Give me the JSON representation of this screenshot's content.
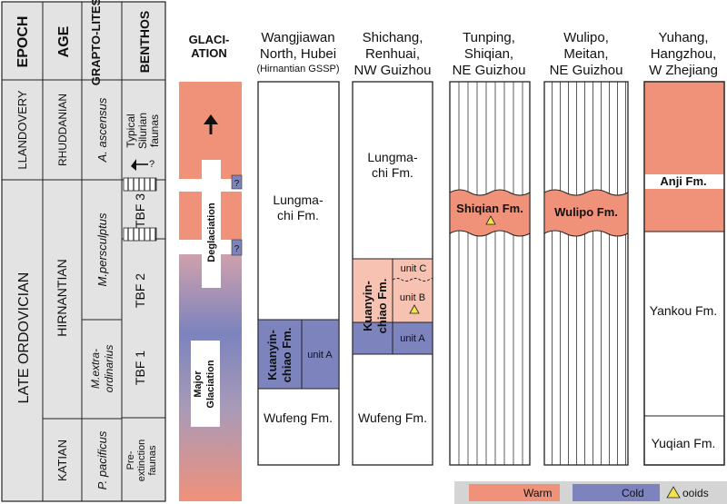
{
  "colors": {
    "warm": "#f0917a",
    "cold": "#7c83bd",
    "warm_light": "#f7c2b2",
    "chart_bg": "#e3e3e3",
    "legend_bg": "#d4d4d4",
    "ooid": "#f3e34a"
  },
  "strat": {
    "headers": {
      "epoch": "EPOCH",
      "age": "AGE",
      "grapto": "GRAPTO-LITES",
      "benthos": "BENTHOS"
    },
    "epochs": {
      "llandovery": "LLANDOVERY",
      "late_ordovician": "LATE ORDOVICIAN"
    },
    "ages": {
      "rhuddanian": "RHUDDANIAN",
      "hirnantian": "HIRNANTIAN",
      "katian": "KATIAN"
    },
    "graptolites": {
      "ascensus": "A. ascensus",
      "persculptus": "M.persculptus",
      "extra_1": "M.extra-",
      "extra_2": "ordinarius",
      "pacificus": "P. pacificus"
    },
    "benthos": {
      "silurian_1": "Typical",
      "silurian_2": "Silurian",
      "silurian_3": "faunas",
      "tbf3": "TBF 3",
      "tbf2": "TBF 2",
      "tbf1": "TBF 1",
      "pre_1": "Pre-",
      "pre_2": "extinction",
      "pre_3": "faunas"
    },
    "query": "?"
  },
  "glaciation": {
    "title_1": "GLACI-",
    "title_2": "ATION",
    "deglaciation": "Deglaciation",
    "major_1": "Major",
    "major_2": "Glaciation",
    "query": "?"
  },
  "sections": {
    "wangjiawan": {
      "title_1": "Wangjiawan",
      "title_2": "North, Hubei",
      "title_3": "(Hirnantian GSSP)",
      "lungmachi_1": "Lungma-",
      "lungmachi_2": "chi Fm.",
      "kuanyin_1": "Kuanyin-",
      "kuanyin_2": "chiao Fm.",
      "unit_a": "unit A",
      "wufeng": "Wufeng Fm."
    },
    "shichang": {
      "title_1": "Shichang,",
      "title_2": "Renhuai,",
      "title_3": "NW Guizhou",
      "lungmachi_1": "Lungma-",
      "lungmachi_2": "chi Fm.",
      "kuanyin_1": "Kuanyin-",
      "kuanyin_2": "chiao Fm.",
      "unit_a": "unit A",
      "unit_b": "unit B",
      "unit_c": "unit C",
      "wufeng": "Wufeng Fm."
    },
    "tunping": {
      "title_1": "Tunping,",
      "title_2": "Shiqian,",
      "title_3": "NE Guizhou",
      "formation": "Shiqian Fm."
    },
    "wulipo": {
      "title_1": "Wulipo,",
      "title_2": "Meitan,",
      "title_3": "NE Guizhou",
      "formation": "Wulipo Fm."
    },
    "yuhang": {
      "title_1": "Yuhang,",
      "title_2": "Hangzhou,",
      "title_3": "W Zhejiang",
      "anji": "Anji Fm.",
      "yankou": "Yankou Fm.",
      "yuqian": "Yuqian Fm."
    }
  },
  "legend": {
    "warm": "Warm",
    "cold": "Cold",
    "ooids": "ooids"
  }
}
